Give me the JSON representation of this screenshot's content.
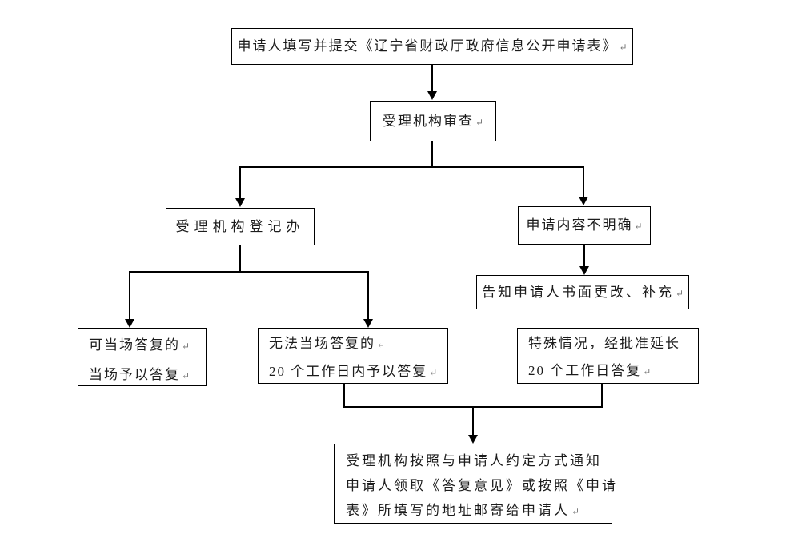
{
  "symbols": {
    "return_mark": "↵"
  },
  "diagram": {
    "type": "flowchart",
    "language": "zh-CN",
    "subject": "辽宁省财政厅政府信息公开申请流程",
    "nodes": [
      {
        "id": "submit-application",
        "lines": [
          "申请人填写并提交《辽宁省财政厅政府信息公开申请表》"
        ],
        "return_marks": [
          true
        ]
      },
      {
        "id": "accept-review",
        "lines": [
          "受理机构审查"
        ],
        "return_marks": [
          true
        ]
      },
      {
        "id": "register-office",
        "lines": [
          "受理机构登记办"
        ],
        "return_marks": [
          false
        ]
      },
      {
        "id": "unclear-content",
        "lines": [
          "申请内容不明确"
        ],
        "return_marks": [
          true
        ]
      },
      {
        "id": "notify-amend",
        "lines": [
          "告知申请人书面更改、补充"
        ],
        "return_marks": [
          true
        ]
      },
      {
        "id": "onsite-reply",
        "lines": [
          "可当场答复的",
          "当场予以答复"
        ],
        "return_marks": [
          true,
          true
        ]
      },
      {
        "id": "reply-20-days",
        "lines": [
          "无法当场答复的",
          "20 个工作日内予以答复"
        ],
        "return_marks": [
          true,
          true
        ]
      },
      {
        "id": "extended-reply",
        "lines": [
          "特殊情况，经批准延长",
          "20 个工作日答复"
        ],
        "return_marks": [
          false,
          true
        ]
      },
      {
        "id": "final-notify",
        "lines": [
          "受理机构按照与申请人约定方式通知",
          "申请人领取《答复意见》或按照《申请",
          "表》所填写的地址邮寄给申请人"
        ],
        "return_marks": [
          false,
          false,
          true
        ]
      }
    ],
    "edges": [
      "submit-application -> accept-review",
      "accept-review -> register-office",
      "accept-review -> unclear-content",
      "unclear-content -> notify-amend",
      "register-office -> onsite-reply",
      "register-office -> reply-20-days",
      "reply-20-days -> final-notify",
      "extended-reply -> final-notify"
    ]
  }
}
